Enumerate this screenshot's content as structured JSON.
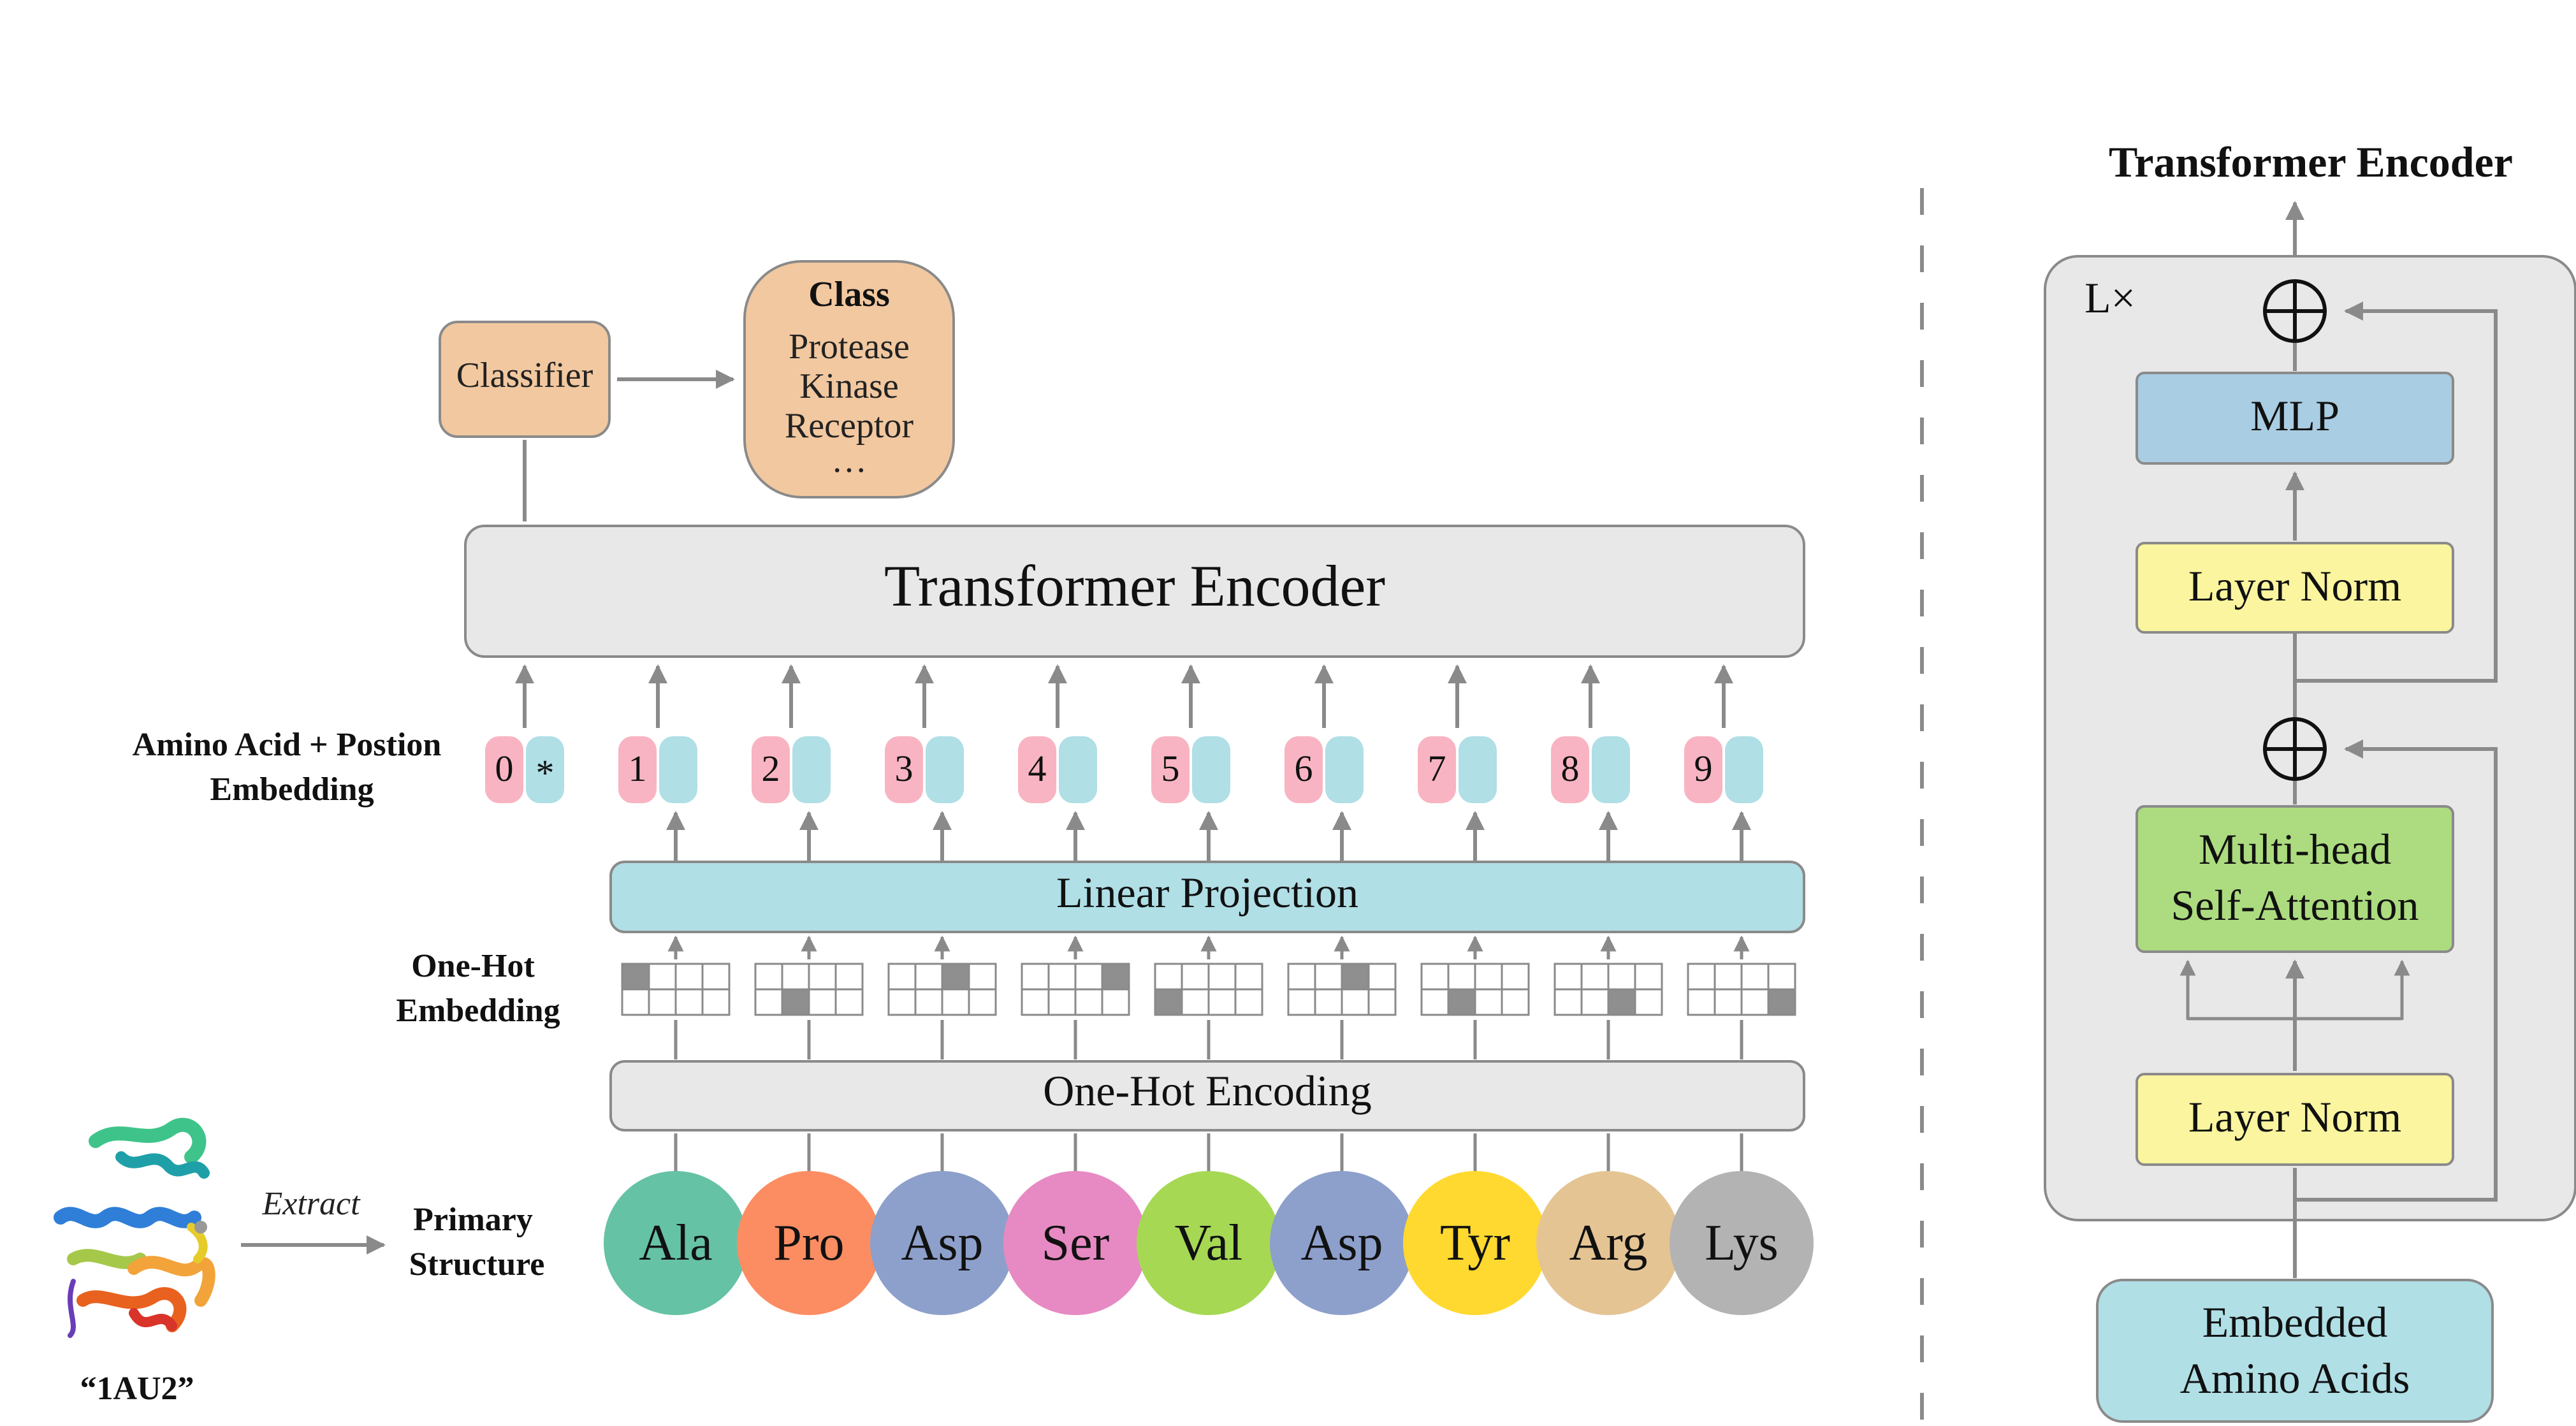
{
  "classifier_label": "Classifier",
  "class_box": {
    "title": "Class",
    "items": [
      "Protease",
      "Kinase",
      "Receptor",
      "…"
    ]
  },
  "transformer_encoder_label": "Transformer Encoder",
  "embedding_side_label": [
    "Amino Acid + Postion",
    "Embedding"
  ],
  "position_tokens": [
    "0",
    "1",
    "2",
    "3",
    "4",
    "5",
    "6",
    "7",
    "8",
    "9"
  ],
  "cls_token": "*",
  "linear_projection_label": "Linear Projection",
  "onehot_side_label": [
    "One-Hot",
    "Embedding"
  ],
  "onehot_active_cells": [
    [
      0,
      0
    ],
    [
      1,
      1
    ],
    [
      0,
      2
    ],
    [
      0,
      3
    ],
    [
      1,
      0
    ],
    [
      0,
      2
    ],
    [
      1,
      1
    ],
    [
      1,
      2
    ],
    [
      1,
      3
    ]
  ],
  "onehot_encoding_label": "One-Hot Encoding",
  "amino_acids": [
    {
      "label": "Ala",
      "color": "#66c2a5"
    },
    {
      "label": "Pro",
      "color": "#fc8d62"
    },
    {
      "label": "Asp",
      "color": "#8da0cb"
    },
    {
      "label": "Ser",
      "color": "#e78ac3"
    },
    {
      "label": "Val",
      "color": "#a6d854"
    },
    {
      "label": "Asp",
      "color": "#8da0cb"
    },
    {
      "label": "Tyr",
      "color": "#ffd92f"
    },
    {
      "label": "Arg",
      "color": "#e5c494"
    },
    {
      "label": "Lys",
      "color": "#b3b3b3"
    }
  ],
  "extract_label": "Extract",
  "primary_structure_label": [
    "Primary",
    "Structure"
  ],
  "protein_id": "“1AU2”",
  "encoder_detail": {
    "title": "Transformer Encoder",
    "repeat_label": "L×",
    "mlp_label": "MLP",
    "layer_norm_label": "Layer Norm",
    "attention_label": [
      "Multi-head",
      "Self-Attention"
    ],
    "input_label": [
      "Embedded",
      "Amino Acids"
    ]
  }
}
